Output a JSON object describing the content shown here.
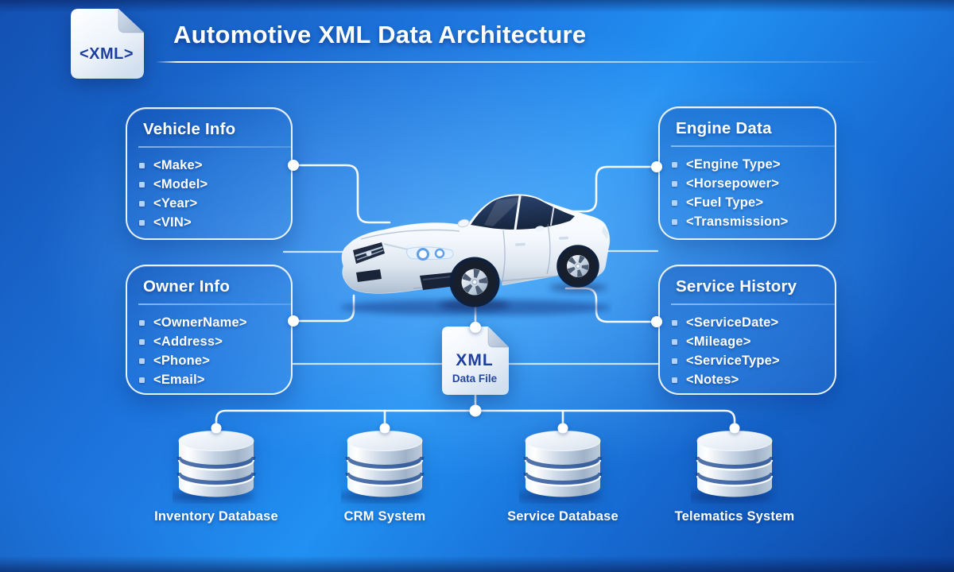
{
  "header": {
    "badge_text": "<XML>",
    "title": "Automotive XML Data Architecture"
  },
  "boxes": {
    "vehicle_info": {
      "title": "Vehicle Info",
      "items": [
        "<Make>",
        "<Model>",
        "<Year>",
        "<VIN>"
      ]
    },
    "engine_data": {
      "title": "Engine Data",
      "items": [
        "<Engine Type>",
        "<Horsepower>",
        "<Fuel Type>",
        "<Transmission>"
      ]
    },
    "owner_info": {
      "title": "Owner Info",
      "items": [
        "<OwnerName>",
        "<Address>",
        "<Phone>",
        "<Email>"
      ]
    },
    "service_history": {
      "title": "Service History",
      "items": [
        "<ServiceDate>",
        "<Mileage>",
        "<ServiceType>",
        "<Notes>"
      ]
    }
  },
  "xml_file": {
    "title": "XML",
    "subtitle": "Data File"
  },
  "databases": [
    {
      "label": "Inventory Database"
    },
    {
      "label": "CRM System"
    },
    {
      "label": "Service Database"
    },
    {
      "label": "Telematics System"
    }
  ],
  "colors": {
    "background_center": "#2190f2",
    "background_edge": "#0c47a6",
    "accent_navy": "#1d3f9e",
    "connector": "#ffffff",
    "bullet": "#b5d2f8"
  }
}
